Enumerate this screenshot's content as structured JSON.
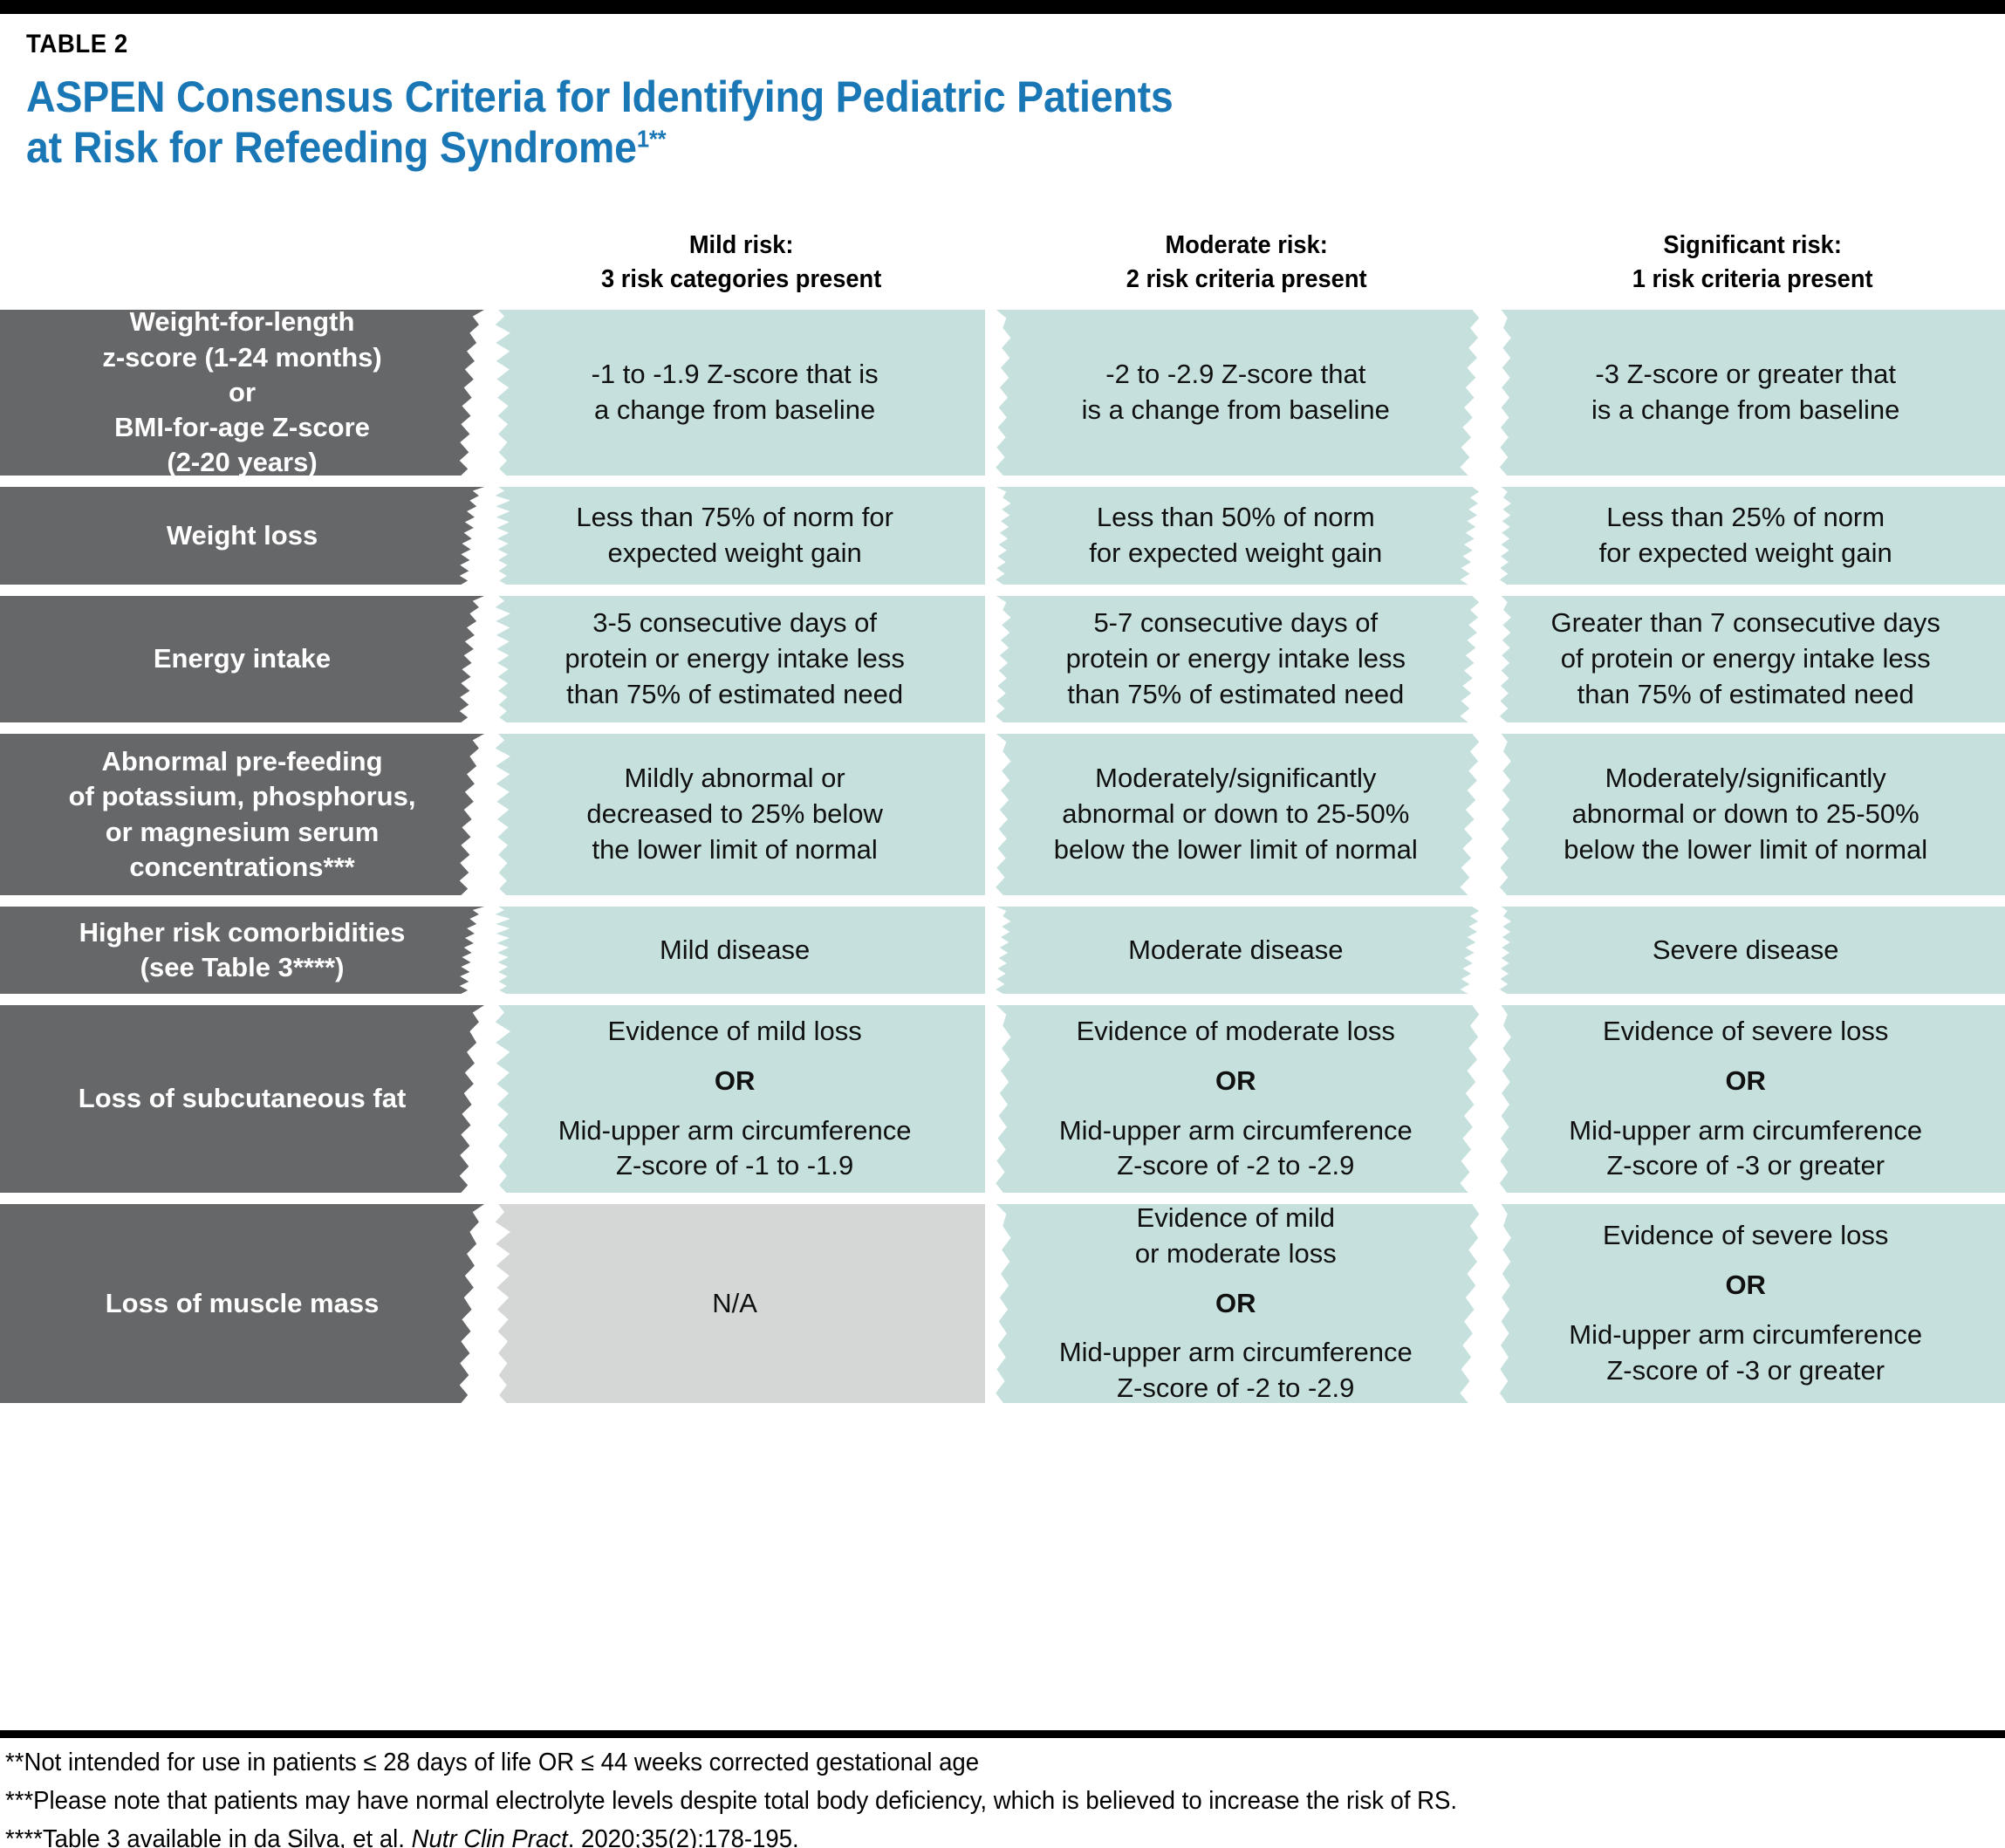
{
  "header": {
    "table_label": "TABLE 2",
    "title_line1": "ASPEN Consensus Criteria for Identifying Pediatric Patients",
    "title_line2": "at Risk for Refeeding Syndrome",
    "title_superscript": "1**",
    "title_color": "#1a77b5"
  },
  "colors": {
    "label_cell": "#666769",
    "data_cell": "#c6e1dd",
    "na_cell": "#d5d7d7",
    "rule": "#000000",
    "text_light": "#ffffff",
    "text_dark": "#101010"
  },
  "columns": [
    {
      "title": "Mild risk:",
      "subtitle": "3 risk categories present"
    },
    {
      "title": "Moderate risk:",
      "subtitle": "2 risk criteria present"
    },
    {
      "title": "Significant risk:",
      "subtitle": "1 risk criteria present"
    }
  ],
  "rows": [
    {
      "label": "Weight-for-length\nz-score (1-24 months)\nor\nBMI-for-age Z-score\n(2-20 years)",
      "mild": "-1 to -1.9 Z-score that is\na change from baseline",
      "moderate": "-2 to -2.9 Z-score that\nis a change from baseline",
      "significant": "-3 Z-score or greater that\nis a change from baseline"
    },
    {
      "label": "Weight loss",
      "mild": "Less than 75% of norm for\nexpected weight gain",
      "moderate": "Less than 50% of norm\nfor expected weight gain",
      "significant": "Less than 25% of norm\nfor expected weight gain"
    },
    {
      "label": "Energy intake",
      "mild": "3-5 consecutive days of\nprotein or energy intake less\nthan 75% of estimated need",
      "moderate": "5-7 consecutive days of\nprotein or energy intake less\nthan 75% of estimated need",
      "significant": "Greater than 7 consecutive days\nof protein or energy intake less\nthan 75% of estimated need"
    },
    {
      "label": "Abnormal pre-feeding\nof potassium, phosphorus,\nor magnesium serum\nconcentrations***",
      "mild": "Mildly abnormal or\ndecreased to 25% below\nthe lower limit of normal",
      "moderate": "Moderately/significantly\nabnormal or down to 25-50%\nbelow the lower limit of normal",
      "significant": "Moderately/significantly\nabnormal or down to 25-50%\nbelow the lower limit of normal"
    },
    {
      "label": "Higher risk comorbidities\n(see Table 3****)",
      "mild": "Mild disease",
      "moderate": "Moderate disease",
      "significant": "Severe disease"
    },
    {
      "label": "Loss of subcutaneous fat",
      "mild_top": "Evidence of mild loss",
      "mild_or": "OR",
      "mild_bottom": "Mid-upper arm circumference\nZ-score of -1 to -1.9",
      "moderate_top": "Evidence of moderate loss",
      "moderate_or": "OR",
      "moderate_bottom": "Mid-upper arm circumference\nZ-score of -2 to -2.9",
      "significant_top": "Evidence of severe loss",
      "significant_or": "OR",
      "significant_bottom": "Mid-upper arm circumference\nZ-score of -3 or greater"
    },
    {
      "label": "Loss of muscle mass",
      "mild": "N/A",
      "moderate_top": "Evidence of mild\nor moderate loss",
      "moderate_or": "OR",
      "moderate_bottom": "Mid-upper arm circumference\nZ-score of -2 to -2.9",
      "significant_top": "Evidence of severe loss",
      "significant_or": "OR",
      "significant_bottom": "Mid-upper arm circumference\nZ-score of -3 or greater"
    }
  ],
  "footnotes": {
    "n1": "**Not intended for use in patients ≤ 28 days of life OR ≤ 44 weeks corrected gestational age",
    "n2": "***Please note that patients may have normal electrolyte levels despite total body deficiency, which is believed to increase the risk of RS.",
    "n3_pre": "****Table 3 available in da Silva, et al. ",
    "n3_italic": "Nutr Clin Pract",
    "n3_post": ". 2020;35(2):178-195."
  }
}
